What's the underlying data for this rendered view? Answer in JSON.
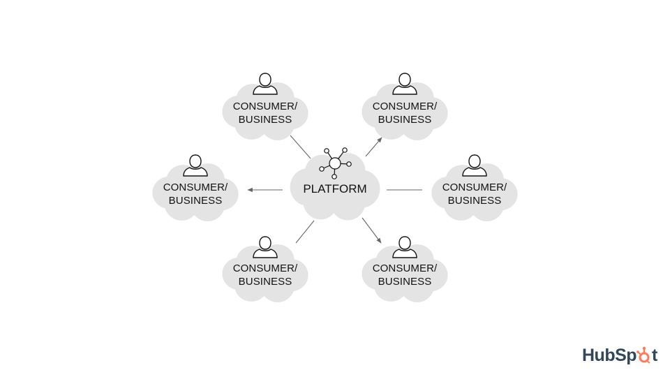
{
  "platform": {
    "label": "PLATFORM"
  },
  "nodes": [
    {
      "id": "top-left",
      "line1": "CONSUMER/",
      "line2": "BUSINESS"
    },
    {
      "id": "top-right",
      "line1": "CONSUMER/",
      "line2": "BUSINESS"
    },
    {
      "id": "middle-left",
      "line1": "CONSUMER/",
      "line2": "BUSINESS"
    },
    {
      "id": "middle-right",
      "line1": "CONSUMER/",
      "line2": "BUSINESS"
    },
    {
      "id": "bottom-left",
      "line1": "CONSUMER/",
      "line2": "BUSINESS"
    },
    {
      "id": "bottom-right",
      "line1": "CONSUMER/",
      "line2": "BUSINESS"
    }
  ],
  "edges": [
    {
      "node": "top-left",
      "direction": "to-platform",
      "arrowhead": false
    },
    {
      "node": "top-right",
      "direction": "from-platform",
      "arrowhead": true
    },
    {
      "node": "middle-left",
      "direction": "from-platform",
      "arrowhead": true
    },
    {
      "node": "middle-right",
      "direction": "to-platform",
      "arrowhead": false
    },
    {
      "node": "bottom-left",
      "direction": "to-platform",
      "arrowhead": false
    },
    {
      "node": "bottom-right",
      "direction": "from-platform",
      "arrowhead": true
    }
  ],
  "icons": {
    "node": "person-icon",
    "platform": "network-hub-icon"
  },
  "logo": {
    "text_left": "HubSp",
    "text_right": "t",
    "brand_color": "#33475b",
    "accent_color": "#ff7a59"
  },
  "colors": {
    "cloud": "#e4e4e4",
    "line": "#666666",
    "text": "#111111"
  }
}
